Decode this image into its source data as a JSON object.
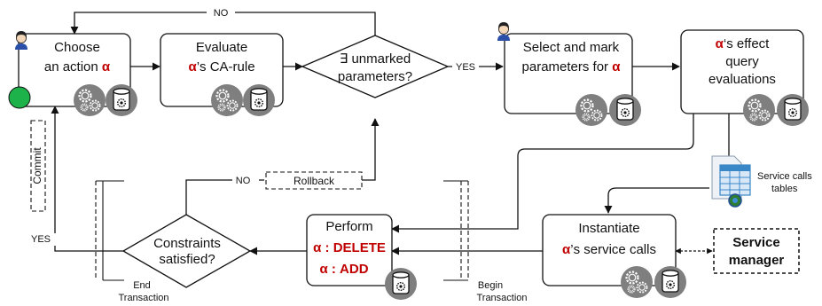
{
  "nodes": {
    "choose": {
      "line1": "Choose",
      "line2_prefix": "an action ",
      "alpha": "α"
    },
    "evaluate": {
      "line1": "Evaluate",
      "alpha": "α",
      "line2_suffix": "’s CA-rule"
    },
    "decision_params": {
      "line1": "∃ unmarked",
      "line2": "parameters?"
    },
    "select": {
      "line1": "Select and mark",
      "line2_prefix": "parameters for ",
      "alpha": "α"
    },
    "effect": {
      "alpha": "α",
      "line1_suffix": "‘s effect",
      "line2": "query",
      "line3": "evaluations"
    },
    "instantiate": {
      "line1": "Instantiate",
      "alpha": "α",
      "line2_suffix": "’s service calls"
    },
    "perform": {
      "line1": "Perform",
      "alpha": "α",
      "op1": " : DELETE",
      "op2": " : ADD"
    },
    "constraints": {
      "line1": "Constraints",
      "line2": "satisfied?"
    },
    "service_manager": {
      "line1": "Service",
      "line2": "manager"
    },
    "service_tables": {
      "line1": "Service calls",
      "line2": "tables"
    }
  },
  "edges": {
    "no_top": "NO",
    "yes_params": "YES",
    "no_rollback": "NO",
    "rollback": "Rollback",
    "commit": "Commit",
    "yes_constraints": "YES"
  },
  "transactions": {
    "end_line1": "End",
    "end_line2": "Transaction",
    "begin_line1": "Begin",
    "begin_line2": "Transaction"
  },
  "colors": {
    "accent": "#c00000",
    "start_node": "#1db34a",
    "icon_bg": "#7f7f7f",
    "table_blue": "#3a87c8"
  }
}
